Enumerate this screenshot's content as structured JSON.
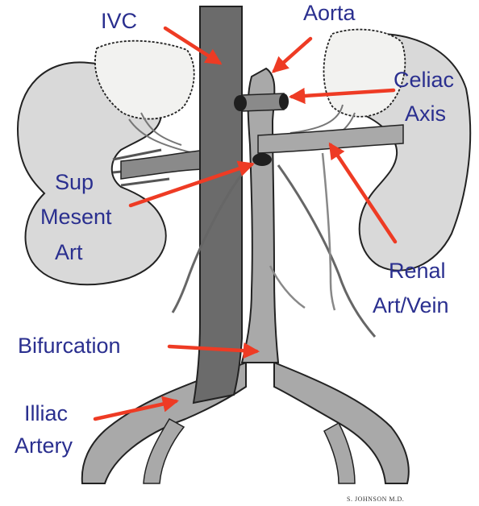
{
  "labels": {
    "ivc": "IVC",
    "aorta": "Aorta",
    "celiac_line1": "Celiac",
    "celiac_line2": "Axis",
    "sup_line1": "Sup",
    "sup_line2": "Mesent",
    "sup_line3": "Art",
    "renal_line1": "Renal",
    "renal_line2": "Art/Vein",
    "bifurcation": "Bifurcation",
    "illiac_line1": "Illiac",
    "illiac_line2": "Artery"
  },
  "signature": "S. JOHNSON M.D.",
  "colors": {
    "label_text": "#2a2f8f",
    "arrow": "#ee3b24",
    "ivc_vessel": "#6b6b6b",
    "aorta_vessel": "#a9a9a9",
    "kidney": "#d9d9d9",
    "adrenal": "#f2f2f0",
    "outline": "#222222"
  }
}
